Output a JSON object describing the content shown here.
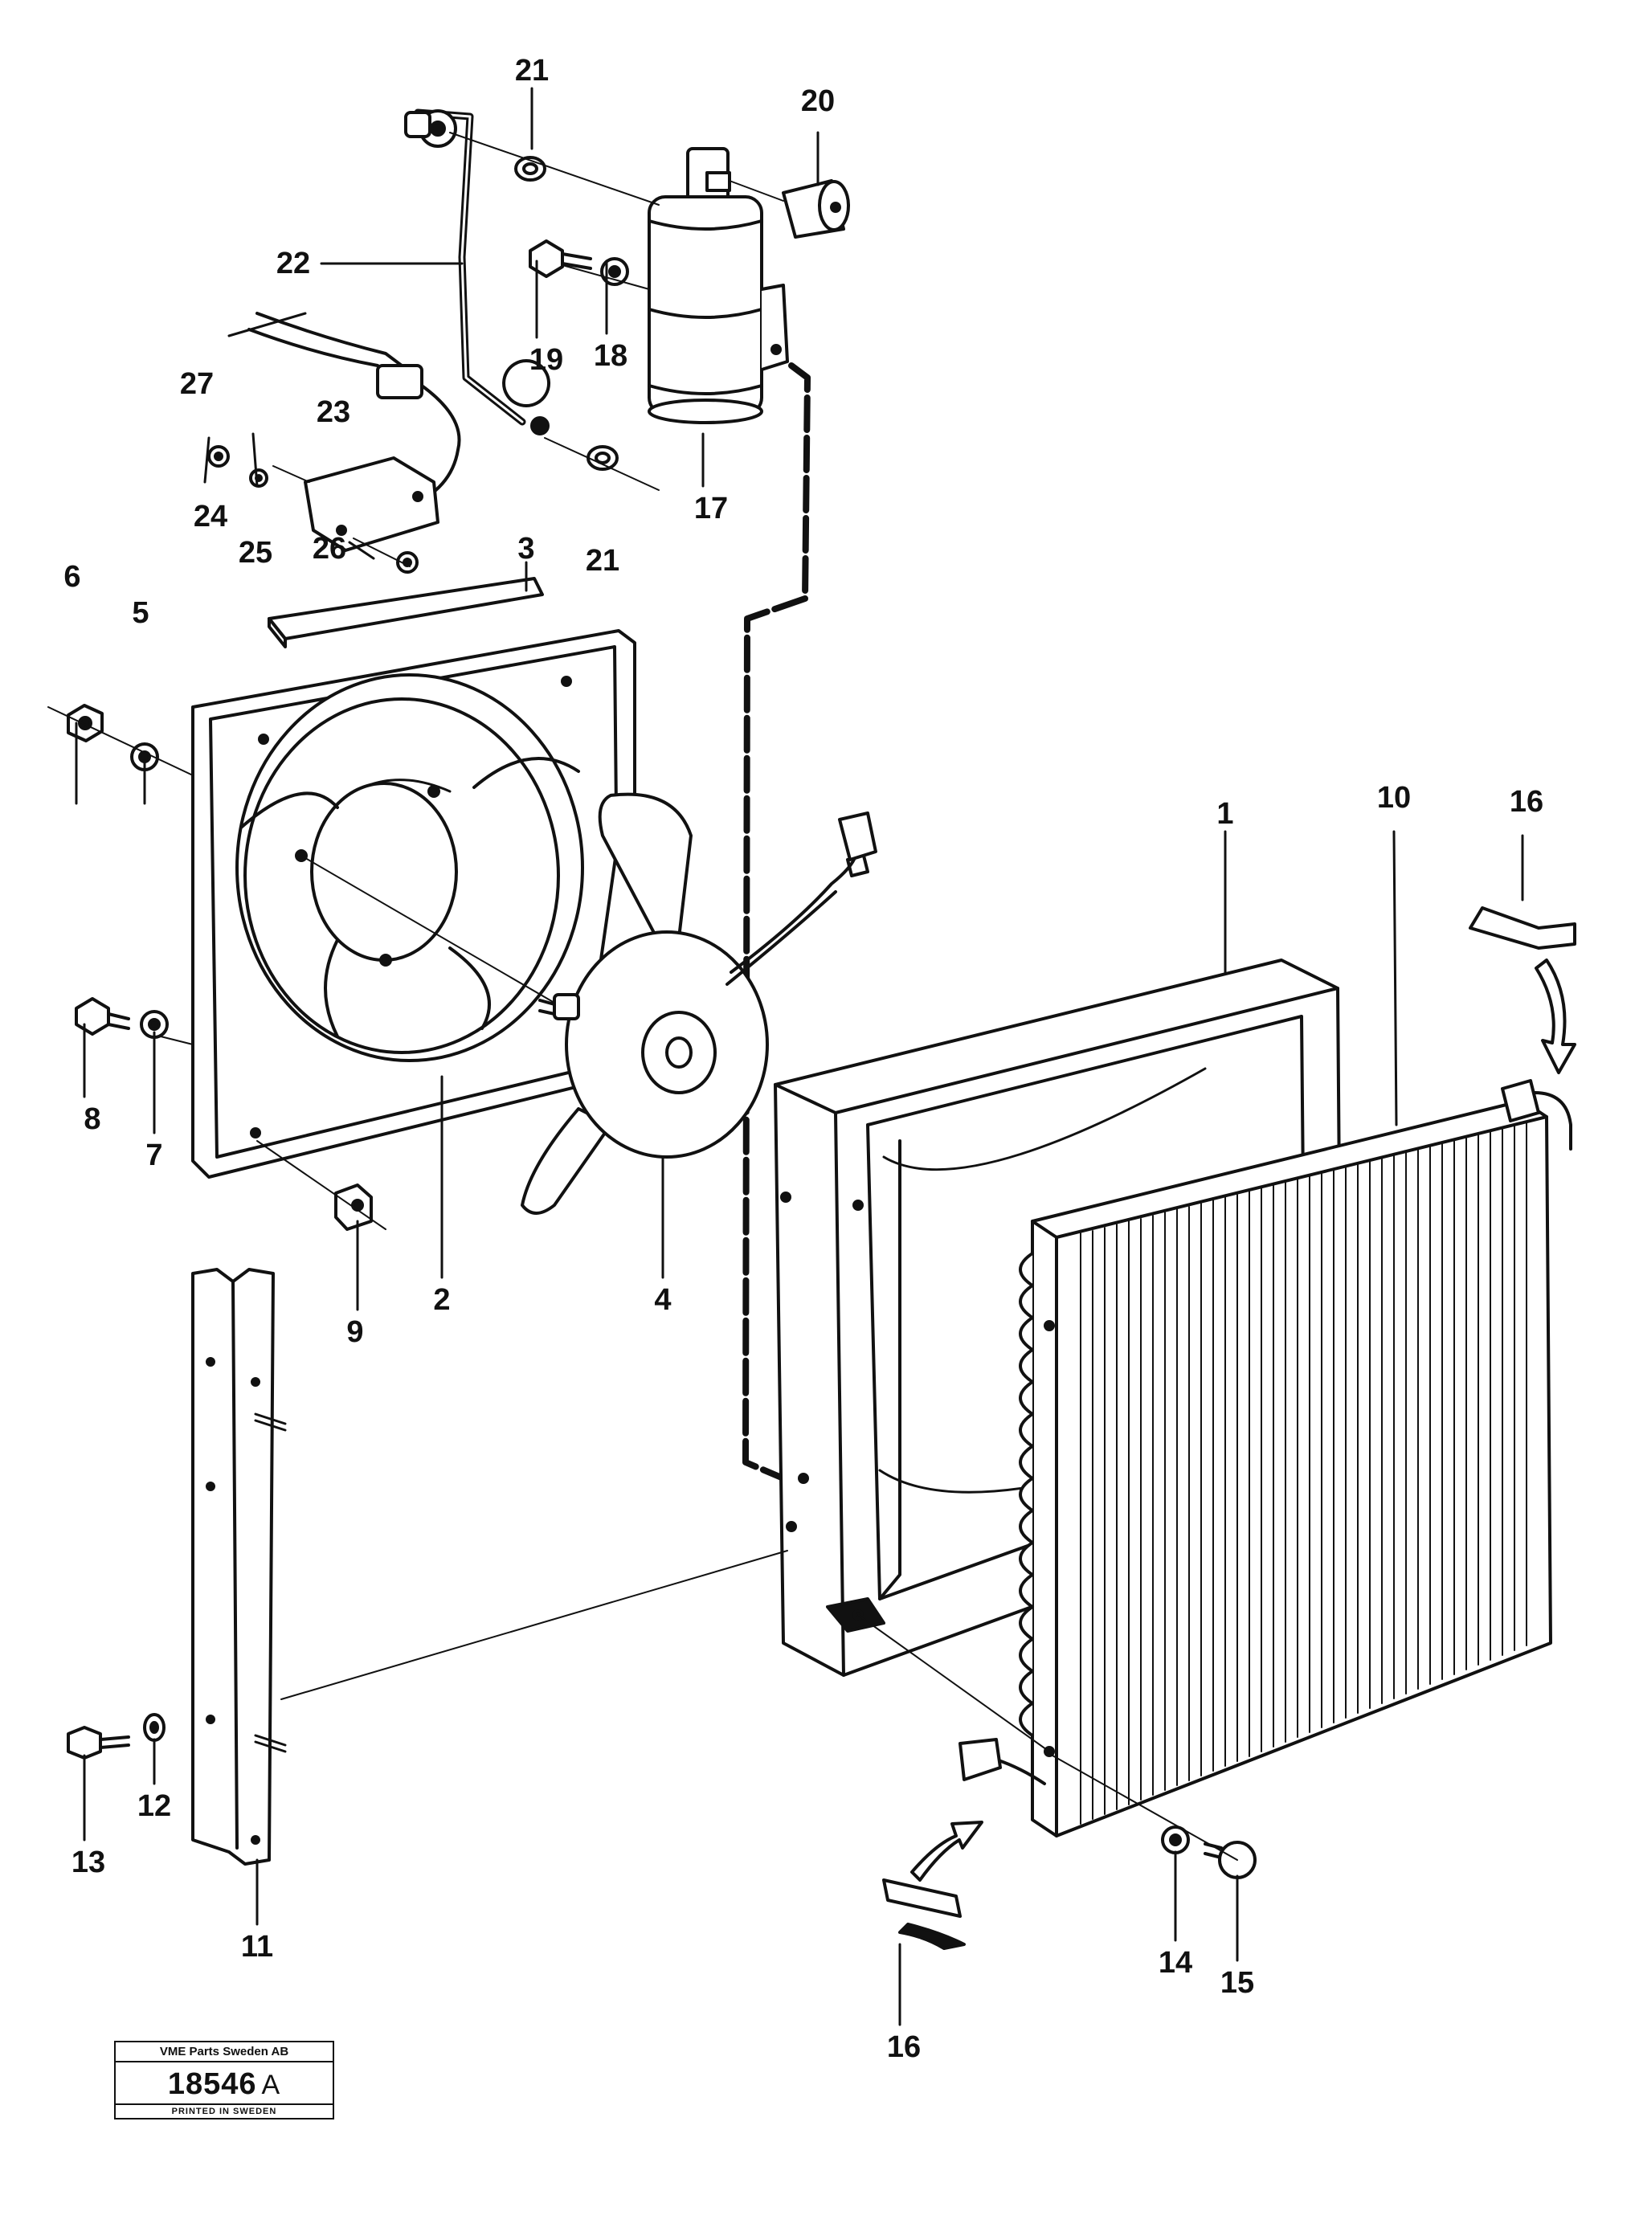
{
  "diagram": {
    "callouts": [
      {
        "id": "c1",
        "label": "1"
      },
      {
        "id": "c2",
        "label": "2"
      },
      {
        "id": "c3",
        "label": "3"
      },
      {
        "id": "c4",
        "label": "4"
      },
      {
        "id": "c5",
        "label": "5"
      },
      {
        "id": "c6",
        "label": "6"
      },
      {
        "id": "c7",
        "label": "7"
      },
      {
        "id": "c8",
        "label": "8"
      },
      {
        "id": "c9",
        "label": "9"
      },
      {
        "id": "c10",
        "label": "10"
      },
      {
        "id": "c11",
        "label": "11"
      },
      {
        "id": "c12",
        "label": "12"
      },
      {
        "id": "c13",
        "label": "13"
      },
      {
        "id": "c14",
        "label": "14"
      },
      {
        "id": "c15",
        "label": "15"
      },
      {
        "id": "c16a",
        "label": "16"
      },
      {
        "id": "c16b",
        "label": "16"
      },
      {
        "id": "c17",
        "label": "17"
      },
      {
        "id": "c18",
        "label": "18"
      },
      {
        "id": "c19",
        "label": "19"
      },
      {
        "id": "c20",
        "label": "20"
      },
      {
        "id": "c21a",
        "label": "21"
      },
      {
        "id": "c21b",
        "label": "21"
      },
      {
        "id": "c22",
        "label": "22"
      },
      {
        "id": "c23",
        "label": "23"
      },
      {
        "id": "c24",
        "label": "24"
      },
      {
        "id": "c25",
        "label": "25"
      },
      {
        "id": "c26",
        "label": "26"
      },
      {
        "id": "c27",
        "label": "27"
      }
    ]
  },
  "title_block": {
    "company": "VME Parts Sweden AB",
    "drawing_number": "18546",
    "drawing_suffix": "A",
    "printed": "PRINTED IN SWEDEN"
  }
}
